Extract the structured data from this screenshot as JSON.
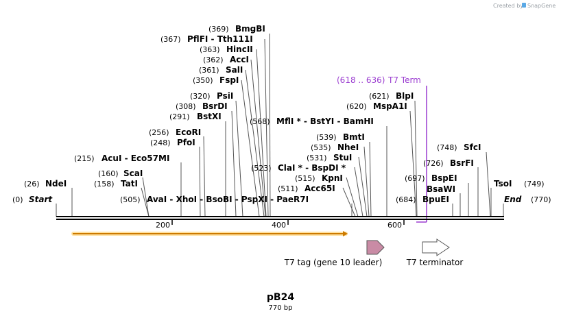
{
  "credit": {
    "prefix": "Created by",
    "brand": "SnapGene"
  },
  "plasmid": {
    "name": "pB24",
    "length_label": "770 bp",
    "length_bp": 770
  },
  "scale_ticks": [
    "200",
    "400",
    "600"
  ],
  "ends": {
    "start": {
      "pos": "(0)",
      "name": "Start"
    },
    "end": {
      "pos": "(770)",
      "name": "End"
    }
  },
  "sites": [
    {
      "id": "ndei",
      "pos": "(26)",
      "name": "NdeI"
    },
    {
      "id": "scai",
      "pos": "(160)",
      "name": "ScaI"
    },
    {
      "id": "tati",
      "pos": "(158)",
      "name": "TatI"
    },
    {
      "id": "acui",
      "pos": "(215)",
      "name": "AcuI  - Eco57MI"
    },
    {
      "id": "pfoi",
      "pos": "(248)",
      "name": "PfoI"
    },
    {
      "id": "ecori",
      "pos": "(256)",
      "name": "EcoRI"
    },
    {
      "id": "bstxi",
      "pos": "(291)",
      "name": "BstXI"
    },
    {
      "id": "bsrdi",
      "pos": "(308)",
      "name": "BsrDI"
    },
    {
      "id": "psii",
      "pos": "(320)",
      "name": "PsiI"
    },
    {
      "id": "fspi",
      "pos": "(350)",
      "name": "FspI"
    },
    {
      "id": "sali",
      "pos": "(361)",
      "name": "SalI"
    },
    {
      "id": "acci",
      "pos": "(362)",
      "name": "AccI"
    },
    {
      "id": "hincii",
      "pos": "(363)",
      "name": "HincII"
    },
    {
      "id": "pflfi",
      "pos": "(367)",
      "name": "PflFI  - Tth111I"
    },
    {
      "id": "bmgbi",
      "pos": "(369)",
      "name": "BmgBI"
    },
    {
      "id": "row505",
      "pos": "(505)",
      "name": "AvaI  - XhoI  - BsoBI  - PspXI  - PaeR7I"
    },
    {
      "id": "acc65i",
      "pos": "(511)",
      "name": "Acc65I"
    },
    {
      "id": "kpni",
      "pos": "(515)",
      "name": "KpnI"
    },
    {
      "id": "clai",
      "pos": "(523)",
      "name": "ClaI *  - BspDI *"
    },
    {
      "id": "stui",
      "pos": "(531)",
      "name": "StuI"
    },
    {
      "id": "nhei",
      "pos": "(535)",
      "name": "NheI"
    },
    {
      "id": "bmti",
      "pos": "(539)",
      "name": "BmtI"
    },
    {
      "id": "mfli",
      "pos": "(568)",
      "name": "MflI *  - BstYI  - BamHI"
    },
    {
      "id": "mspa1i",
      "pos": "(620)",
      "name": "MspA1I"
    },
    {
      "id": "blpi",
      "pos": "(621)",
      "name": "BlpI"
    },
    {
      "id": "bpuei",
      "pos": "(684)",
      "name": "BpuEI"
    },
    {
      "id": "bsawi",
      "pos": "",
      "name": "BsaWI"
    },
    {
      "id": "bspei",
      "pos": "(697)",
      "name": "BspEI"
    },
    {
      "id": "bsrfi",
      "pos": "(726)",
      "name": "BsrFI"
    },
    {
      "id": "sfci",
      "pos": "(748)",
      "name": "SfcI"
    },
    {
      "id": "tsoi",
      "pos": "(749)",
      "name": "TsoI"
    }
  ],
  "features": {
    "terminator_range": {
      "range": "(618 .. 636)",
      "name": "T7 Term"
    },
    "t7_tag": {
      "label": "T7 tag (gene 10 leader)"
    },
    "t7_terminator": {
      "label": "T7 terminator"
    }
  },
  "colors": {
    "terminator": "#9a3bd0",
    "t7_tag_fill": "#c98ba5",
    "orf_line": "#cc7a00",
    "orf_glow": "#ffd98a"
  }
}
